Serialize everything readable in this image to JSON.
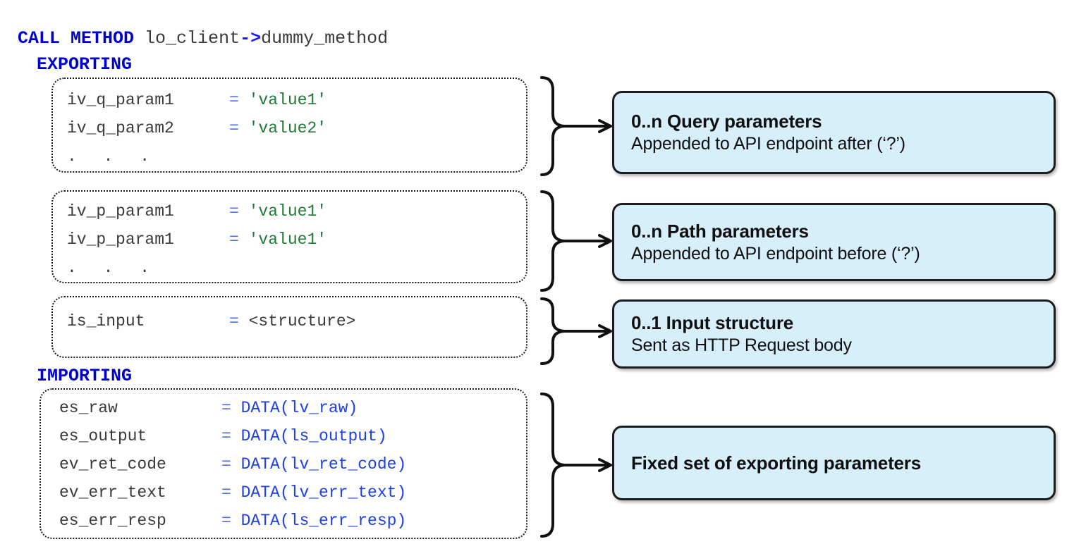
{
  "code": {
    "header": {
      "keyword": "CALL METHOD",
      "object": "lo_client",
      "arrow": "->",
      "method": "dummy_method"
    },
    "exporting_label": "EXPORTING",
    "importing_label": "IMPORTING"
  },
  "param_groups": [
    {
      "id": "query-params",
      "rows": [
        {
          "name": "iv_q_param1",
          "eq": "=",
          "value": "'value1'",
          "value_kind": "literal"
        },
        {
          "name": "iv_q_param2",
          "eq": "=",
          "value": "'value2'",
          "value_kind": "literal"
        },
        {
          "name": ". . .",
          "eq": "",
          "value": "",
          "value_kind": "ellipsis"
        }
      ]
    },
    {
      "id": "path-params",
      "rows": [
        {
          "name": "iv_p_param1",
          "eq": "=",
          "value": "'value1'",
          "value_kind": "literal"
        },
        {
          "name": "iv_p_param1",
          "eq": "=",
          "value": "'value1'",
          "value_kind": "literal"
        },
        {
          "name": ". . .",
          "eq": "",
          "value": "",
          "value_kind": "ellipsis"
        }
      ]
    },
    {
      "id": "input-structure",
      "rows": [
        {
          "name": "is_input",
          "eq": "=",
          "value": "<structure>",
          "value_kind": "plain"
        }
      ]
    },
    {
      "id": "importing-params",
      "rows": [
        {
          "name": "es_raw",
          "eq": "=",
          "value": "DATA(lv_raw)",
          "value_kind": "data"
        },
        {
          "name": "es_output",
          "eq": "=",
          "value": "DATA(ls_output)",
          "value_kind": "data"
        },
        {
          "name": "ev_ret_code",
          "eq": "=",
          "value": "DATA(lv_ret_code)",
          "value_kind": "data"
        },
        {
          "name": "ev_err_text",
          "eq": "=",
          "value": "DATA(lv_err_text)",
          "value_kind": "data"
        },
        {
          "name": "es_err_resp",
          "eq": "=",
          "value": "DATA(ls_err_resp)",
          "value_kind": "data"
        }
      ]
    }
  ],
  "callouts": [
    {
      "id": "query-parameters",
      "title": "0..n Query parameters",
      "subtitle": "Appended to API endpoint after (‘?’)"
    },
    {
      "id": "path-parameters",
      "title": "0..n Path parameters",
      "subtitle": "Appended to API endpoint before (‘?’)"
    },
    {
      "id": "input-structure",
      "title": "0..1 Input structure",
      "subtitle": "Sent as HTTP Request body"
    },
    {
      "id": "exporting-parameters",
      "title": "Fixed set of exporting parameters",
      "subtitle": ""
    }
  ],
  "colors": {
    "keyword": "#0000cc",
    "operator": "#4a6cf0",
    "string_literal": "#1f7a35",
    "data_expression": "#1a3ff0",
    "identifier": "#3a3a3a",
    "callout_fill": "#d7eefb",
    "callout_border": "#1c1c1c",
    "page_background": "#ffffff"
  }
}
